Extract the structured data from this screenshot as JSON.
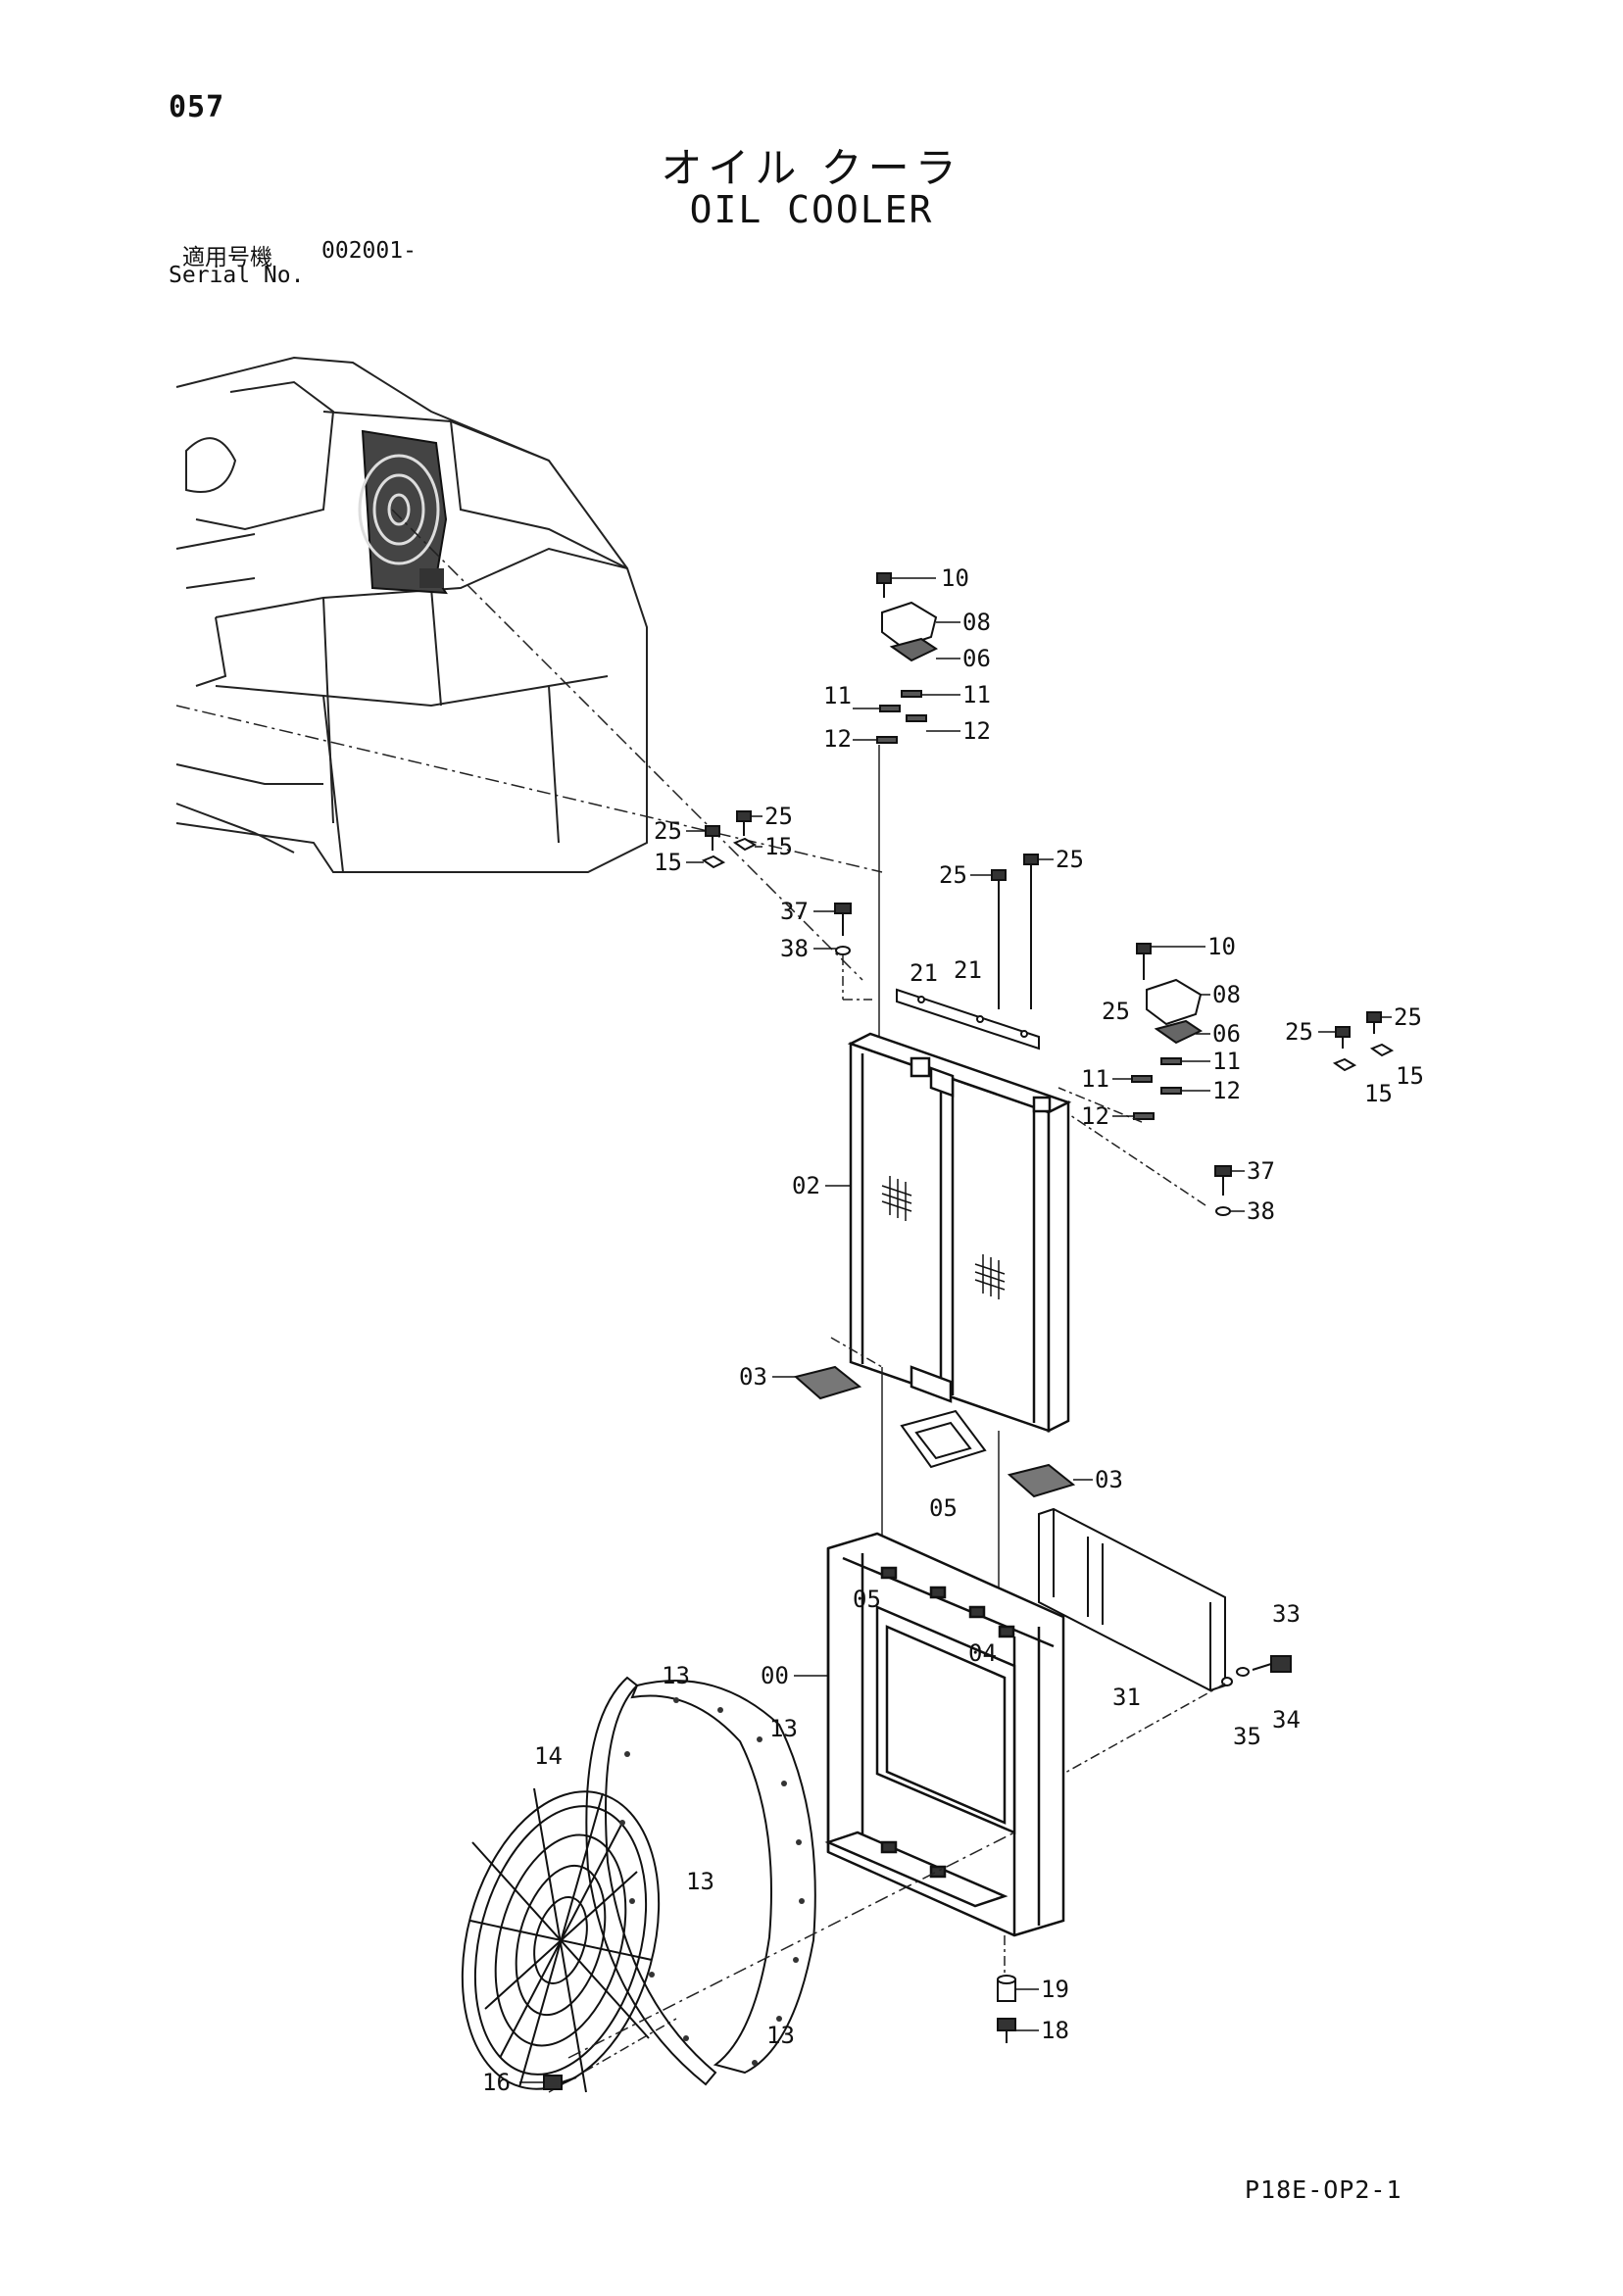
{
  "page_number": "057",
  "title_jp": "オイル クーラ",
  "title_en": "OIL COOLER",
  "serial": {
    "label_jp": "適用号機",
    "value": "002001-",
    "label_en": "Serial No."
  },
  "doc_code": "P18E-OP2-1",
  "callouts": {
    "c10a": "10",
    "c08a": "08",
    "c06a": "06",
    "c11a": "11",
    "c11b": "11",
    "c12a": "12",
    "c12b": "12",
    "c25a": "25",
    "c25b": "25",
    "c15a": "15",
    "c15b": "15",
    "c25c": "25",
    "c25d": "25",
    "c37a": "37",
    "c38a": "38",
    "c21a": "21",
    "c21b": "21",
    "c10b": "10",
    "c08b": "08",
    "c25e": "25",
    "c06b": "06",
    "c11c": "11",
    "c11d": "11",
    "c12c": "12",
    "c12d": "12",
    "c25f": "25",
    "c25g": "25",
    "c15c": "15",
    "c15d": "15",
    "c37b": "37",
    "c38b": "38",
    "c02": "02",
    "c03a": "03",
    "c03b": "03",
    "c05a": "05",
    "c05b": "05",
    "c04": "04",
    "c00": "00",
    "c33": "33",
    "c34": "34",
    "c35": "35",
    "c31": "31",
    "c13a": "13",
    "c13b": "13",
    "c13c": "13",
    "c13d": "13",
    "c14": "14",
    "c19": "19",
    "c18": "18",
    "c16": "16"
  }
}
